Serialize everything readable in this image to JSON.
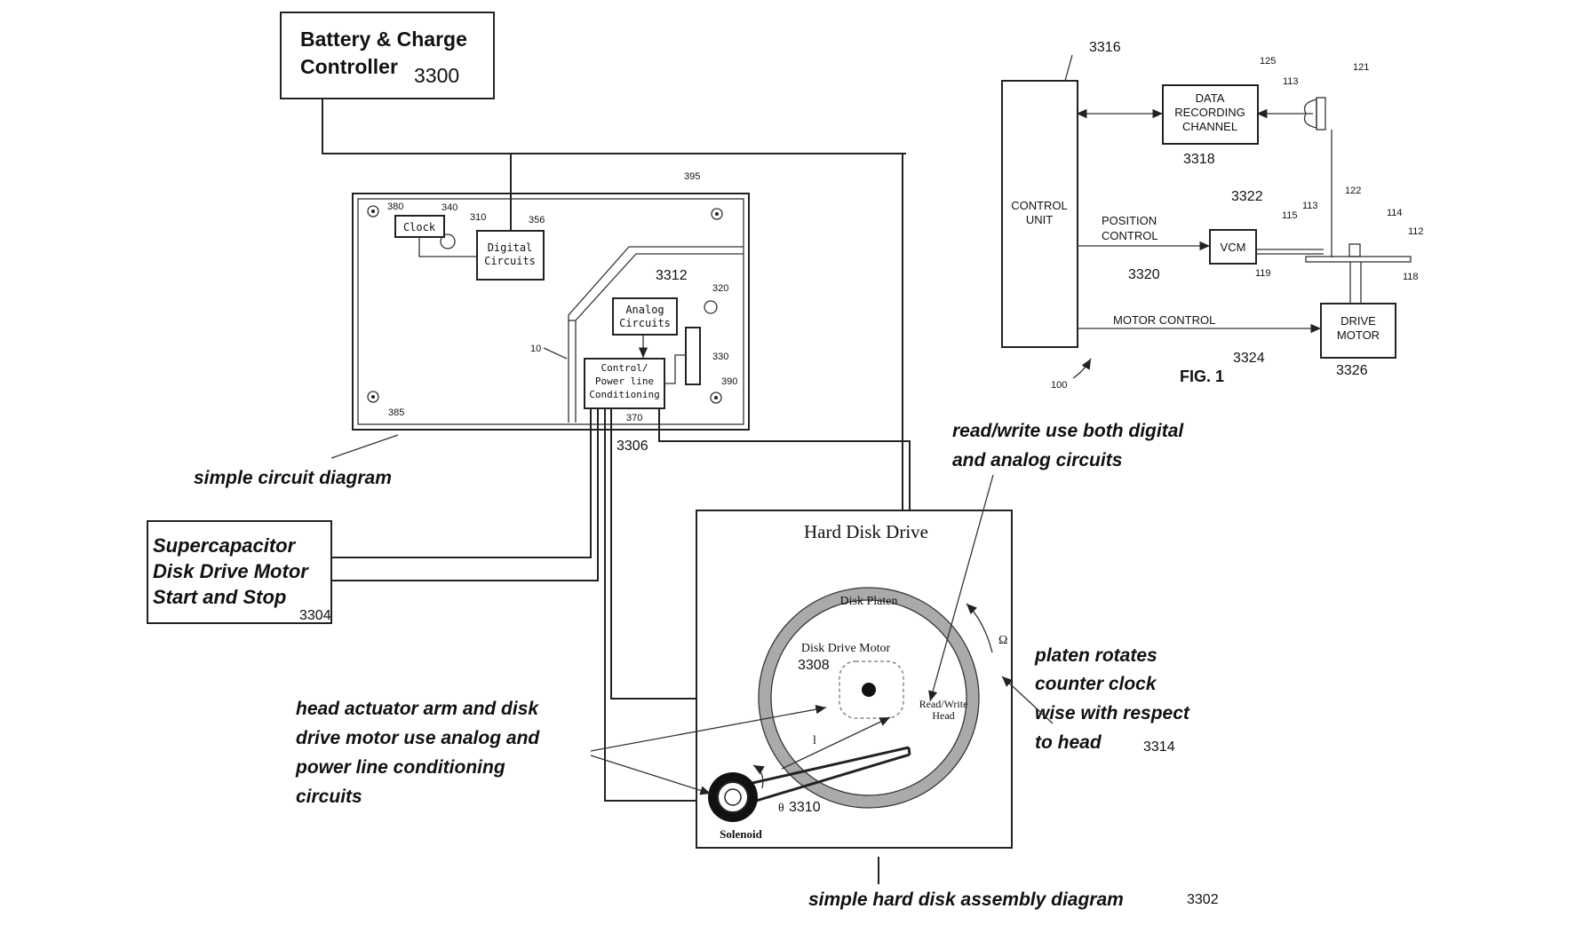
{
  "battery": {
    "line1": "Battery & Charge",
    "line2": "Controller",
    "ref": "3300"
  },
  "supercap": {
    "line1": "Supercapacitor",
    "line2": "Disk Drive Motor",
    "line3": "Start and Stop",
    "ref": "3304"
  },
  "circuit": {
    "caption": "simple circuit diagram",
    "clock": "Clock",
    "digital1": "Digital",
    "digital2": "Circuits",
    "analog1": "Analog",
    "analog2": "Circuits",
    "control1": "Control/",
    "control2": "Power line",
    "control3": "Conditioning",
    "n380": "380",
    "n340": "340",
    "n310": "310",
    "n356": "356",
    "n395": "395",
    "n320": "320",
    "n330": "330",
    "n390": "390",
    "n385": "385",
    "n370": "370",
    "n10": "10",
    "ref3312": "3312",
    "ref3306": "3306"
  },
  "hdd": {
    "title": "Hard Disk Drive",
    "platen": "Disk Platen",
    "motor": "Disk Drive Motor",
    "rw1": "Read/Write",
    "rw2": "Head",
    "solenoid": "Solenoid",
    "l_label": "l",
    "omega": "Ω",
    "theta": "θ",
    "ref3308": "3308",
    "ref3310": "3310",
    "caption": "simple hard disk assembly diagram",
    "ref3302": "3302"
  },
  "notes": {
    "rw1": "read/write use both digital",
    "rw2": "and analog circuits",
    "platen1": "platen rotates",
    "platen2": "counter clock",
    "platen3": "wise with respect",
    "platen4": "to head",
    "ref3314": "3314",
    "head1": "head actuator arm and disk",
    "head2": "drive motor use analog and",
    "head3": "power line conditioning",
    "head4": "circuits"
  },
  "fig": {
    "control1": "CONTROL",
    "control2": "UNIT",
    "data1": "DATA",
    "data2": "RECORDING",
    "data3": "CHANNEL",
    "vcm": "VCM",
    "drive1": "DRIVE",
    "drive2": "MOTOR",
    "pos1": "POSITION",
    "pos2": "CONTROL",
    "motorctl": "MOTOR CONTROL",
    "figlabel": "FIG. 1",
    "n125": "125",
    "n113": "113",
    "n121": "121",
    "n122": "122",
    "n115": "115",
    "n113b": "113",
    "n114": "114",
    "n112": "112",
    "n119": "119",
    "n118": "118",
    "n100": "100",
    "ref3316": "3316",
    "ref3318": "3318",
    "ref3322": "3322",
    "ref3320": "3320",
    "ref3324": "3324",
    "ref3326": "3326"
  }
}
